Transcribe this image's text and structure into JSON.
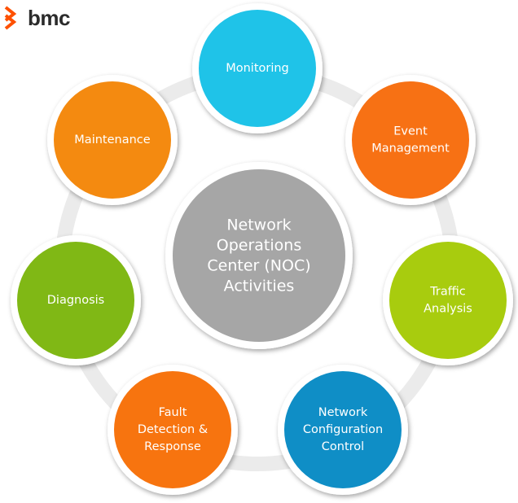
{
  "brand": {
    "name": "bmc",
    "logo_icon": "bmc-chevron-logo-icon",
    "color": "#fe5000"
  },
  "center": {
    "lines": [
      "Network",
      "Operations",
      "Center (NOC)",
      "Activities"
    ],
    "fill": "#a6a6a6"
  },
  "ring_color": "#ebebeb",
  "nodes": [
    {
      "key": "monitoring",
      "lines": [
        "Monitoring"
      ],
      "fill": "#1fc3e8"
    },
    {
      "key": "event-management",
      "lines": [
        "Event",
        "Management"
      ],
      "fill": "#f77114"
    },
    {
      "key": "traffic-analysis",
      "lines": [
        "Traffic",
        "Analysis"
      ],
      "fill": "#a8cc0e"
    },
    {
      "key": "network-configuration-control",
      "lines": [
        "Network",
        "Configuration",
        "Control"
      ],
      "fill": "#0f8ec6"
    },
    {
      "key": "fault-detection-response",
      "lines": [
        "Fault",
        "Detection &",
        "Response"
      ],
      "fill": "#f7740f"
    },
    {
      "key": "diagnosis",
      "lines": [
        "Diagnosis"
      ],
      "fill": "#80b815"
    },
    {
      "key": "maintenance",
      "lines": [
        "Maintenance"
      ],
      "fill": "#f48a10"
    }
  ]
}
